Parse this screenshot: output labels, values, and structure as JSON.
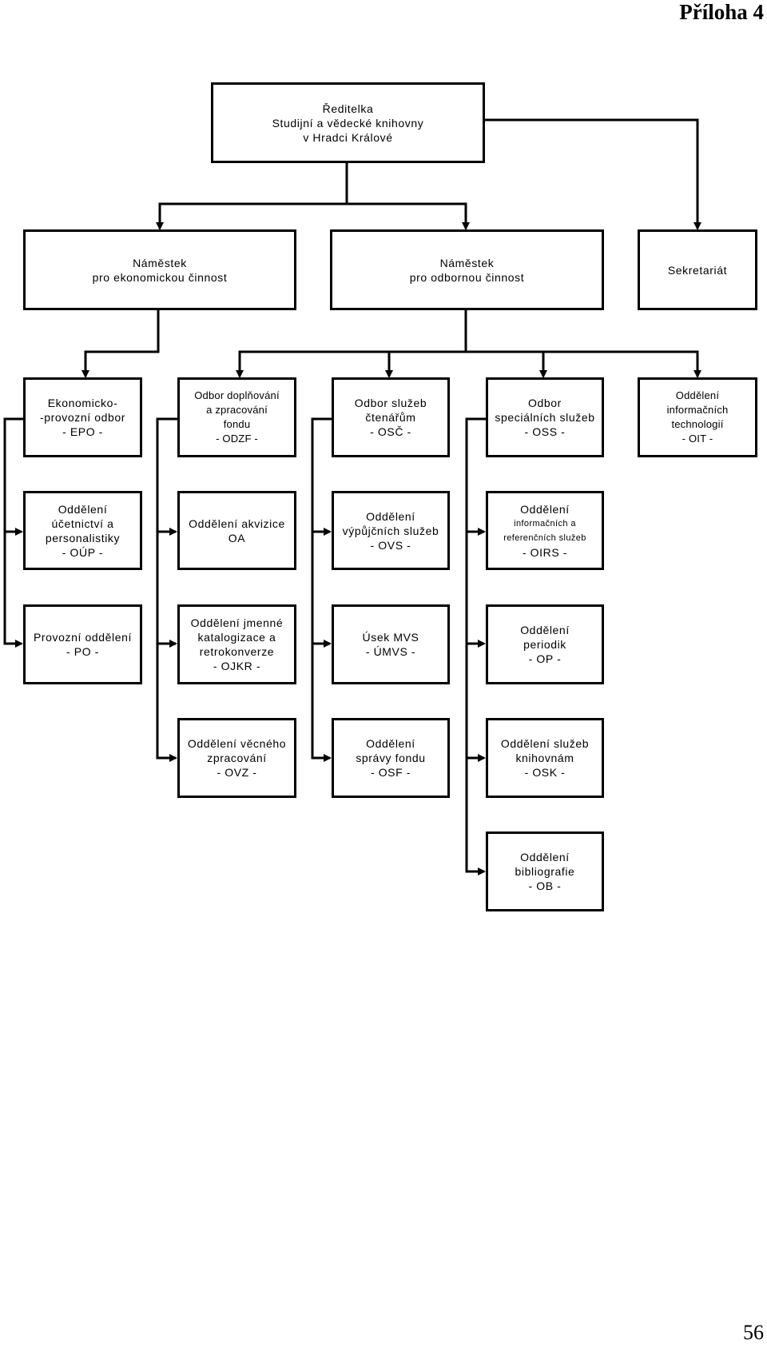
{
  "header": {
    "title": "Příloha 4"
  },
  "footer": {
    "page_number": "56"
  },
  "org_chart": {
    "director": {
      "lines": [
        "Ředitelka",
        "Studijní a vědecké knihovny",
        "v Hradci Králové"
      ]
    },
    "deputy_economic": {
      "lines": [
        "Náměstek",
        "pro ekonomickou činnost"
      ]
    },
    "deputy_professional": {
      "lines": [
        "Náměstek",
        "pro odbornou činnost"
      ]
    },
    "secretariat": {
      "lines": [
        "Sekretariát"
      ]
    },
    "epo": {
      "lines": [
        "Ekonomicko-",
        "-provozní odbor",
        "- EPO -"
      ]
    },
    "odzf": {
      "lines": [
        "Odbor doplňování",
        "a zpracování",
        "fondu",
        "- ODZF -"
      ]
    },
    "osc": {
      "lines": [
        "Odbor služeb",
        "čtenářům",
        "- OSČ -"
      ]
    },
    "oss": {
      "lines": [
        "Odbor",
        "speciálních služeb",
        "- OSS -"
      ]
    },
    "oit": {
      "lines": [
        "Oddělení",
        "informačních",
        "technologií",
        "- OIT -"
      ]
    },
    "oup": {
      "lines": [
        "Oddělení",
        "účetnictví a",
        "personalistiky",
        "- OÚP -"
      ]
    },
    "oa": {
      "lines": [
        "Oddělení akvizice",
        "OA"
      ]
    },
    "ovs": {
      "lines": [
        "Oddělení",
        "výpůjčních služeb",
        "- OVS -"
      ]
    },
    "oirs": {
      "lines": [
        "Oddělení",
        "informačních a",
        "referenčních služeb",
        "- OIRS -"
      ]
    },
    "po": {
      "lines": [
        "Provozní oddělení",
        "- PO -"
      ]
    },
    "ojkr": {
      "lines": [
        "Oddělení jmenné",
        "katalogizace a",
        "retrokonverze",
        "- OJKR -"
      ]
    },
    "umvs": {
      "lines": [
        "Úsek MVS",
        "- ÚMVS -"
      ]
    },
    "op": {
      "lines": [
        "Oddělení",
        "periodik",
        "- OP -"
      ]
    },
    "ovz": {
      "lines": [
        "Oddělení věcného",
        "zpracování",
        "- OVZ -"
      ]
    },
    "osf": {
      "lines": [
        "Oddělení",
        "správy fondu",
        "- OSF -"
      ]
    },
    "osk": {
      "lines": [
        "Oddělení služeb",
        "knihovnám",
        "- OSK -"
      ]
    },
    "ob": {
      "lines": [
        "Oddělení",
        "bibliografie",
        "- OB -"
      ]
    }
  }
}
